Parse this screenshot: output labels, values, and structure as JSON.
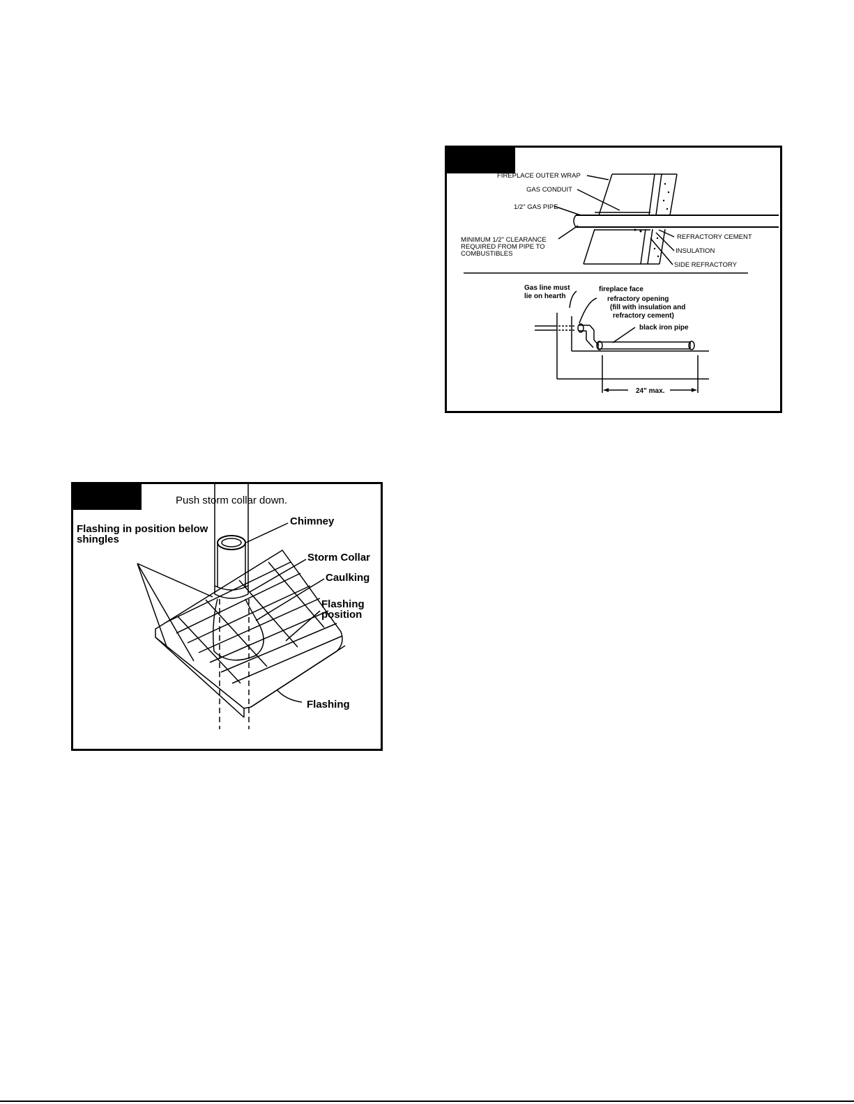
{
  "gas_figure": {
    "labels": {
      "outer_wrap": "FIREPLACE OUTER WRAP",
      "gas_conduit": "GAS CONDUIT",
      "gas_pipe": "1/2\" GAS PIPE",
      "clearance_1": "MINIMUM 1/2\" CLEARANCE",
      "clearance_2": "REQUIRED FROM PIPE TO",
      "clearance_3": "COMBUSTIBLES",
      "refractory_cement": "REFRACTORY CEMENT",
      "insulation": "INSULATION",
      "side_refractory": "SIDE REFRACTORY",
      "gas_line_1": "Gas line must",
      "gas_line_2": "lie on hearth",
      "fireplace_face": "fireplace face",
      "refractory_opening_1": "refractory opening",
      "refractory_opening_2": "(fill with insulation and",
      "refractory_opening_3": "refractory cement)",
      "black_iron_pipe": "black iron pipe",
      "max_dim": "24\" max."
    }
  },
  "chimney_figure": {
    "labels": {
      "title": "Push storm collar down.",
      "chimney": "Chimney",
      "flashing_below_1": "Flashing in position below",
      "flashing_below_2": "shingles",
      "storm_collar": "Storm Collar",
      "caulking": "Caulking",
      "flashing_position_1": "Flashing",
      "flashing_position_2": "position",
      "flashing": "Flashing"
    }
  }
}
